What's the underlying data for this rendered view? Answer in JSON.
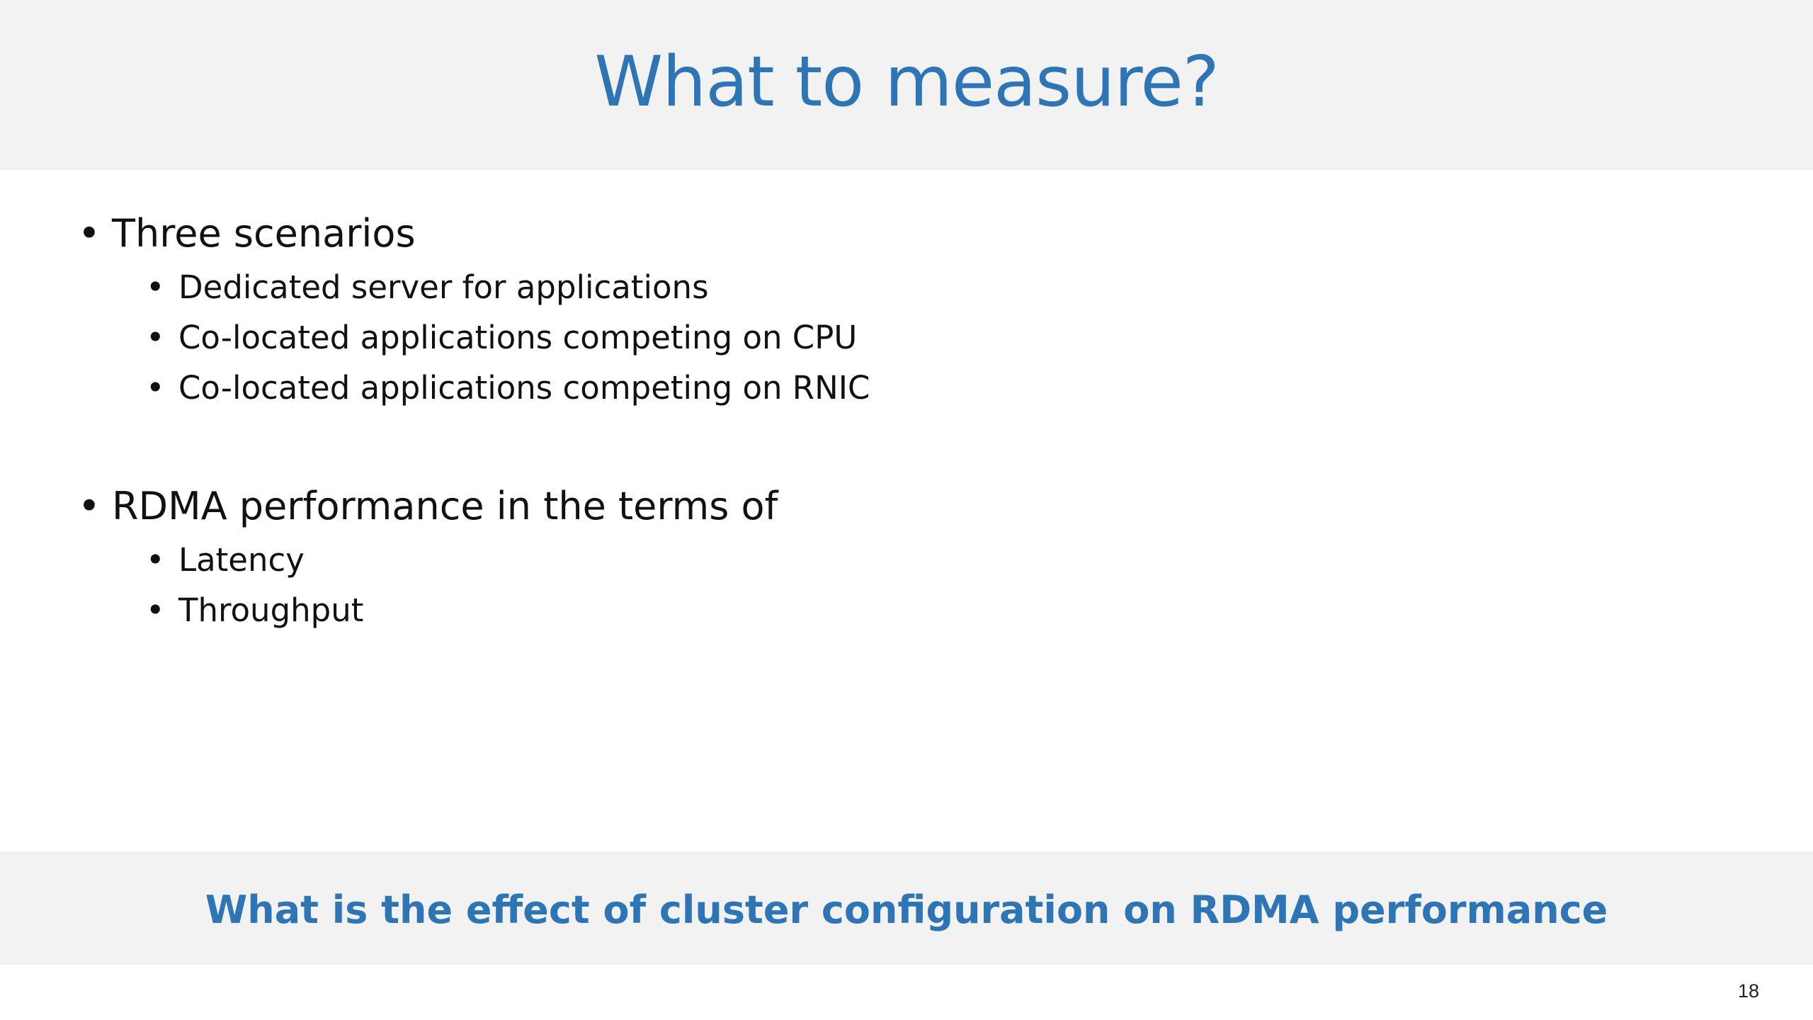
{
  "slide": {
    "title": "What to measure?",
    "bullet_glyph": "•",
    "sections": [
      {
        "label": "Three scenarios",
        "items": [
          "Dedicated server for applications",
          "Co-located applications competing on CPU",
          "Co-located applications competing on RNIC"
        ]
      },
      {
        "label": "RDMA performance in the terms of",
        "items": [
          "Latency",
          "Throughput"
        ]
      }
    ],
    "conclusion": "What is the effect of cluster configuration on RDMA performance",
    "page_number": "18"
  },
  "colors": {
    "accent": "#2e75b6",
    "band_background": "#f2f2f2",
    "text": "#111111"
  }
}
